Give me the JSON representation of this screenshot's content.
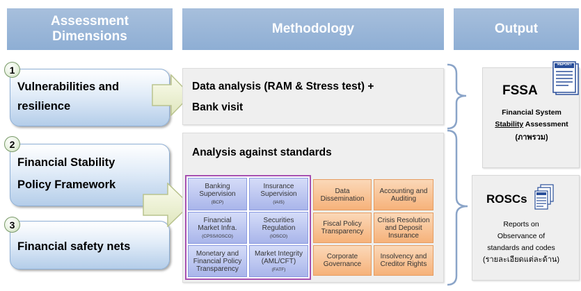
{
  "headers": {
    "assessment": [
      "Assessment",
      "Dimensions"
    ],
    "methodology": "Methodology",
    "output": "Output"
  },
  "dimensions": [
    {
      "num": "1",
      "lines": [
        "Vulnerabilities and",
        "resilience"
      ]
    },
    {
      "num": "2",
      "lines": [
        "Financial Stability",
        "Policy Framework"
      ]
    },
    {
      "num": "3",
      "lines": [
        "Financial safety nets"
      ]
    }
  ],
  "methodology": {
    "data_analysis": [
      "Data analysis (RAM & Stress test) +",
      "Bank visit"
    ],
    "standards_title": "Analysis against standards"
  },
  "standards": {
    "blue": [
      {
        "lines": [
          "Banking",
          "Supervision"
        ],
        "sub": "(BCP)"
      },
      {
        "lines": [
          "Insurance",
          "Supervision"
        ],
        "sub": "(IAIS)"
      },
      {
        "lines": [
          "Financial",
          "Market Infra."
        ],
        "sub": "(CPSS/IOSCO)"
      },
      {
        "lines": [
          "Securities",
          "Regulation"
        ],
        "sub": "(IOSCO)"
      },
      {
        "lines": [
          "Monetary and",
          "Financial Policy",
          "Transparency"
        ],
        "sub": ""
      },
      {
        "lines": [
          "Market Integrity",
          "(AML/CFT)"
        ],
        "sub": "(FATF)"
      }
    ],
    "orange": [
      {
        "lines": [
          "Data",
          "Dissemination"
        ]
      },
      {
        "lines": [
          "Accounting and",
          "Auditing"
        ]
      },
      {
        "lines": [
          "Fiscal Policy",
          "Transparency"
        ]
      },
      {
        "lines": [
          "Crisis Resolution",
          "and Deposit",
          "Insurance"
        ]
      },
      {
        "lines": [
          "Corporate",
          "Governance"
        ]
      },
      {
        "lines": [
          "Insolvency and",
          "Creditor Rights"
        ]
      }
    ]
  },
  "output": {
    "fssa": {
      "title": "FSSA",
      "report_label": "REPORT",
      "line1": "Financial System",
      "line2_underlined": "Stability",
      "line2_rest": " Assessment",
      "line3": "(ภาพรวม)"
    },
    "roscs": {
      "title": "ROSCs",
      "lines": [
        "Reports on",
        "Observance of",
        "standards and codes",
        "(รายละเอียดแต่ละด้าน)"
      ]
    }
  },
  "colors": {
    "header": "#8eaed4",
    "dimension_fill": "#b4cde9",
    "standards_blue": "#a9b5ea",
    "standards_orange": "#f6b27a",
    "standards_border": "#a64fb0",
    "brace": "#8aa4c8"
  }
}
